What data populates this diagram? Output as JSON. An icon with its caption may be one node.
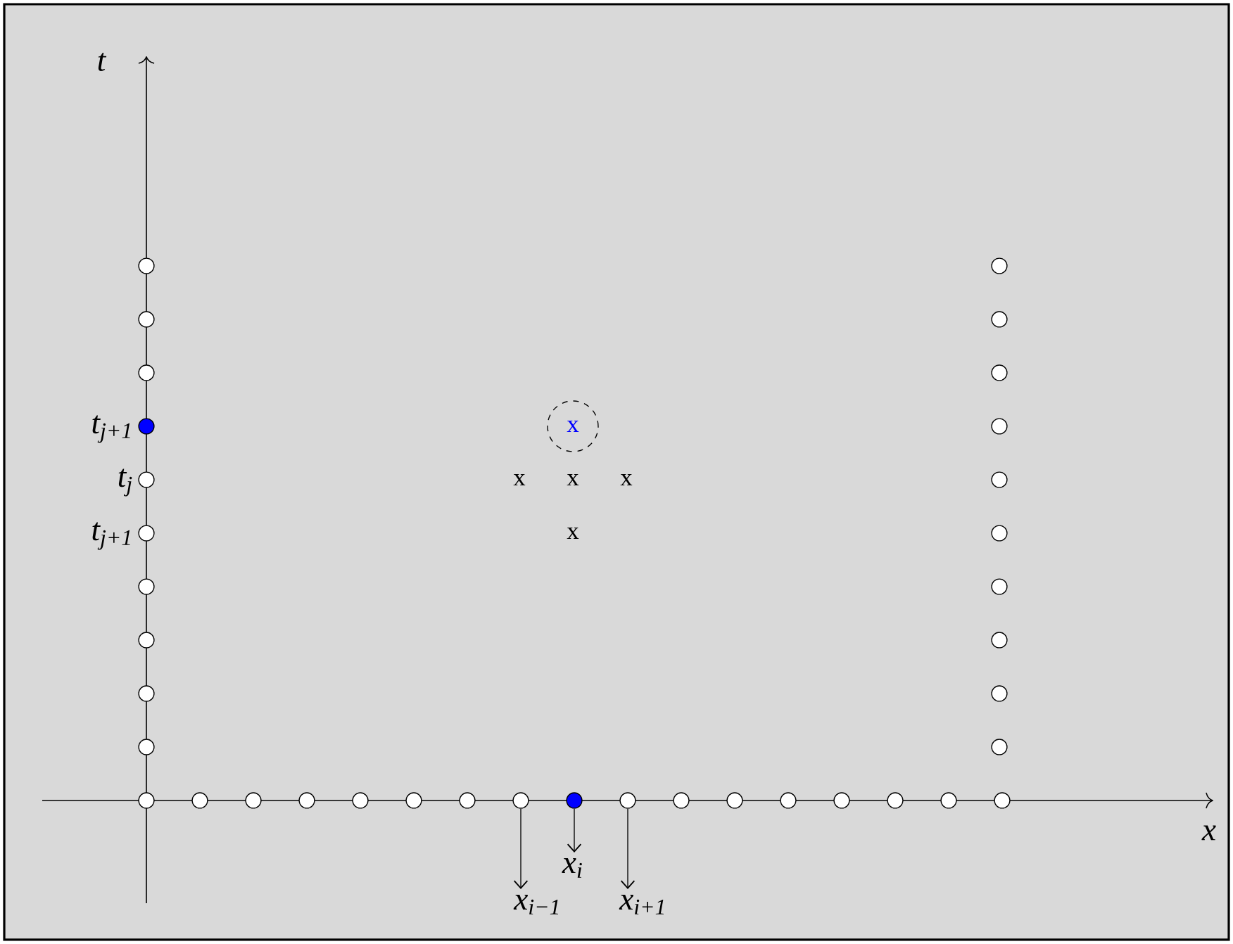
{
  "diagram": {
    "nodes": [
      {
        "text": [],
        "shape": "circle"
      },
      {
        "text": [],
        "shape": "circle"
      },
      {
        "text": [],
        "shape": "circle"
      },
      {
        "text": [],
        "shape": "circle"
      },
      {
        "text": [],
        "shape": "circle"
      },
      {
        "text": [],
        "shape": "circle"
      },
      {
        "text": [],
        "shape": "circle",
        "beside": [
          "t$_{j+1}$"
        ]
      },
      {
        "text": [
          "x"
        ]
      },
      {
        "text": [],
        "shape": "circle"
      },
      {
        "text": [],
        "shape": "circle",
        "beside": [
          "t$_{j}$"
        ]
      },
      {
        "text": [],
        "shape": "circle"
      },
      {
        "text": [],
        "shape": "circle",
        "beside": [
          "t$_{j+1}$"
        ]
      },
      {
        "text": [],
        "shape": "circle"
      },
      {
        "text": [],
        "shape": "circle"
      },
      {
        "text": [],
        "shape": "circle"
      },
      {
        "text": [],
        "shape": "circle"
      },
      {
        "text": [],
        "shape": "circle"
      },
      {
        "text": [],
        "shape": "circle"
      },
      {
        "text": [],
        "shape": "circle"
      },
      {
        "text": [],
        "shape": "circle"
      },
      {
        "text": [],
        "shape": "circle"
      },
      {
        "text": [],
        "shape": "circle"
      },
      {
        "text": [],
        "shape": "circle"
      },
      {
        "text": [],
        "shape": "circle"
      },
      {
        "text": [],
        "shape": "circle"
      },
      {
        "text": [],
        "shape": "circle"
      },
      {
        "text": [],
        "shape": "circle"
      },
      {
        "text": [],
        "shape": "circle"
      },
      {
        "text": [],
        "shape": "circle"
      },
      {
        "text": [],
        "shape": "circle"
      },
      {
        "text": [],
        "shape": "circle"
      },
      {
        "text": [],
        "shape": "circle"
      },
      {
        "text": [],
        "shape": "circle"
      },
      {
        "text": [],
        "shape": "circle"
      },
      {
        "text": [],
        "shape": "circle"
      },
      {
        "text": [],
        "shape": "circle"
      },
      {
        "text": [],
        "shape": "circle"
      },
      {
        "text": [],
        "shape": "circle"
      },
      {
        "text": [
          "x$_{i}$"
        ]
      },
      {
        "text": [
          "x$_{i−1}$"
        ]
      },
      {
        "text": [
          "x$_{i+1}$"
        ]
      }
    ],
    "edges": [
      {
        "from": 28,
        "to": 39,
        "arrow": "to"
      },
      {
        "from": 29,
        "to": 38,
        "arrow": "to"
      },
      {
        "from": 30,
        "to": 40,
        "arrow": "to"
      }
    ],
    "labels": [
      "t",
      "x",
      "x",
      "x",
      "x",
      "x"
    ]
  }
}
